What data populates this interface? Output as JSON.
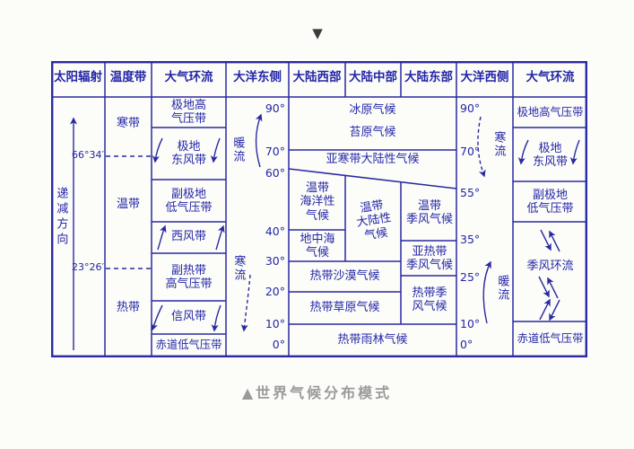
{
  "colors": {
    "ink": "#2326a8",
    "line": "#2a2aa4",
    "caption_gray": "#9b9b9b",
    "marker_dark": "#3b3b40",
    "background": "#fcfcf8"
  },
  "page": {
    "top_marker": "▼",
    "caption_marker": "▲",
    "caption_text": "世界气候分布模式"
  },
  "headers": {
    "solar_radiation": "太阳辐射",
    "temperature_zone": "温度带",
    "circulation_left": "大气环流",
    "ocean_east": "大洋东侧",
    "land_west": "大陆西部",
    "land_middle": "大陆中部",
    "land_east": "大陆东部",
    "ocean_west": "大洋西侧",
    "circulation_right": "大气环流"
  },
  "solar": {
    "direction": "递减方向",
    "arctic_circle": "66°34′",
    "tropic_line": "23°26′"
  },
  "temperature_zones": {
    "cold": "寒带",
    "temperate": "温带",
    "tropical": "热带"
  },
  "circulation_left": {
    "polar_high": "极地高\n气压带",
    "polar_easterlies": "极地\n东风带",
    "subpolar_low": "副极地\n低气压带",
    "westerlies": "西风带",
    "subtropical_high": "副热带\n高气压带",
    "trade_winds": "信风带",
    "equatorial_low": "赤道低气压带"
  },
  "circulation_right": {
    "polar_high": "极地高气压带",
    "polar_easterlies": "极地\n东风带",
    "subpolar_low": "副极地\n低气压带",
    "monsoon": "季风环流",
    "equatorial_low": "赤道低气压带"
  },
  "ocean_east": {
    "warm": "暖流",
    "cold": "寒流"
  },
  "ocean_west": {
    "cold": "寒流",
    "warm": "暖流"
  },
  "latitudes_left": [
    "90°",
    "70°",
    "60°",
    "40°",
    "30°",
    "20°",
    "10°",
    "0°"
  ],
  "latitudes_right": [
    "90°",
    "70°",
    "55°",
    "35°",
    "25°",
    "10°",
    "0°"
  ],
  "climates": {
    "ice_cap": "冰原气候",
    "tundra": "苔原气候",
    "subarctic": "亚寒带大陆性气候",
    "temperate_oceanic": "温带\n海洋性\n气候",
    "mediterranean": "地中海\n气候",
    "temperate_continental": "温带\n大陆性\n气候",
    "temperate_monsoon": "温带\n季风气候",
    "subtropical_monsoon": "亚热带\n季风气候",
    "tropical_desert": "热带沙漠气候",
    "tropical_savanna": "热带草原气候",
    "tropical_monsoon": "热带季\n风气候",
    "tropical_rainforest": "热带雨林气候"
  }
}
